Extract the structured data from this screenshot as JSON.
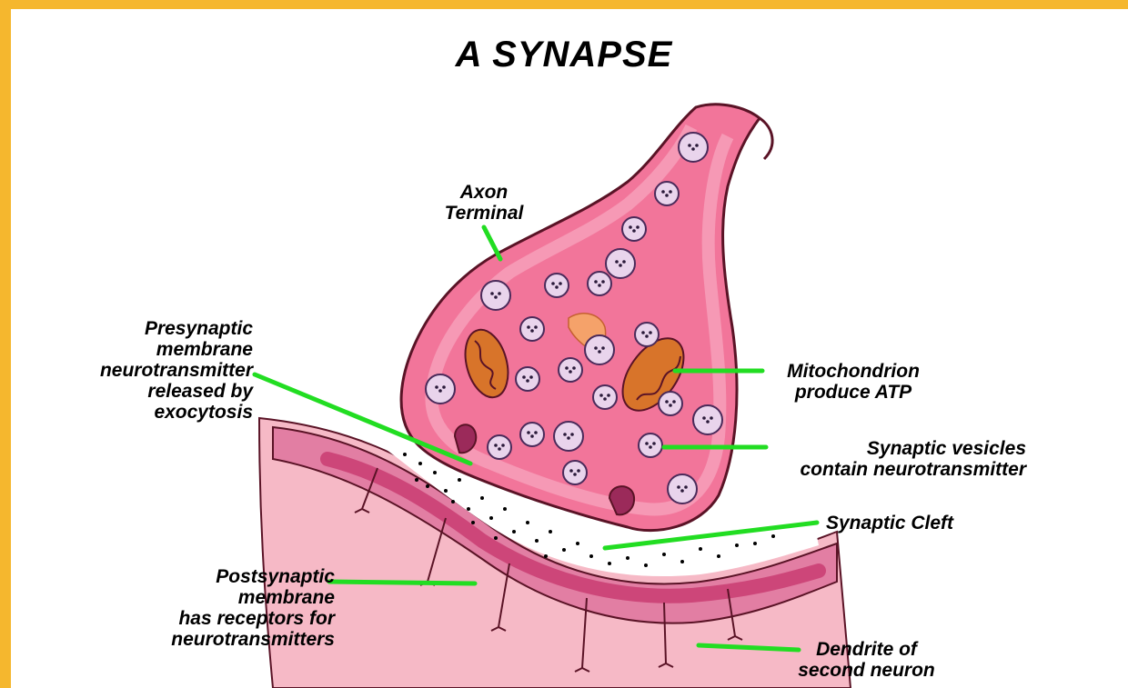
{
  "title": "A SYNAPSE",
  "colors": {
    "border": "#f5b72e",
    "pointer": "#22dd22",
    "terminal_fill": "#f2759a",
    "terminal_outline": "#5a1326",
    "dendrite_fill": "#f6b9c6",
    "membrane_band": "#c93c72",
    "mitochondrion": "#d8742a",
    "vesicle": "#e9d4ec"
  },
  "labels": {
    "axon_terminal": [
      "Axon",
      "Terminal"
    ],
    "presynaptic": [
      "Presynaptic",
      "membrane",
      "neurotransmitter",
      "released by",
      "exocytosis"
    ],
    "mitochondrion": [
      "Mitochondrion",
      "produce ATP"
    ],
    "vesicles": [
      "Synaptic vesicles",
      "contain neurotransmitter"
    ],
    "cleft": [
      "Synaptic Cleft"
    ],
    "postsynaptic": [
      "Postsynaptic",
      "membrane",
      "has receptors for",
      "neurotransmitters"
    ],
    "dendrite": [
      "Dendrite of",
      "second neuron"
    ]
  }
}
